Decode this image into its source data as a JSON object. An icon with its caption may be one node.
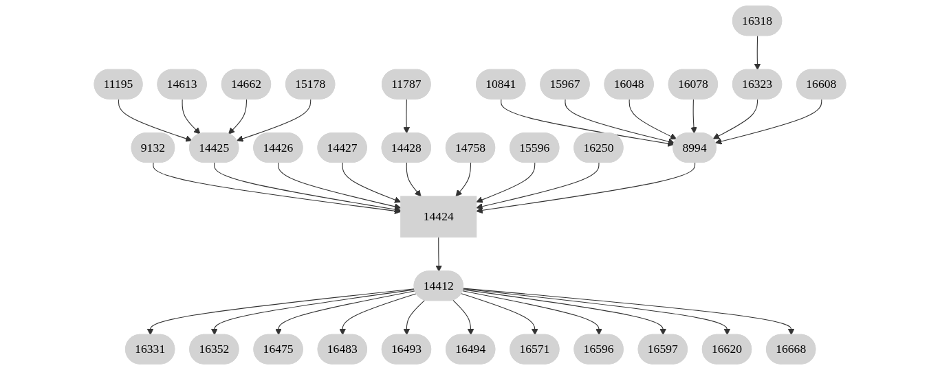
{
  "diagram": {
    "nodes": [
      {
        "text": [
          "16318"
        ]
      },
      {
        "text": [
          "11195"
        ]
      },
      {
        "text": [
          "14613"
        ]
      },
      {
        "text": [
          "14662"
        ]
      },
      {
        "text": [
          "15178"
        ]
      },
      {
        "text": [
          "11787"
        ]
      },
      {
        "text": [
          "10841"
        ]
      },
      {
        "text": [
          "15967"
        ]
      },
      {
        "text": [
          "16048"
        ]
      },
      {
        "text": [
          "16078"
        ]
      },
      {
        "text": [
          "16323"
        ]
      },
      {
        "text": [
          "16608"
        ]
      },
      {
        "text": [
          "9132"
        ]
      },
      {
        "text": [
          "14425"
        ]
      },
      {
        "text": [
          "14426"
        ]
      },
      {
        "text": [
          "14427"
        ]
      },
      {
        "text": [
          "14428"
        ]
      },
      {
        "text": [
          "14758"
        ]
      },
      {
        "text": [
          "15596"
        ]
      },
      {
        "text": [
          "16250"
        ]
      },
      {
        "text": [
          "8994"
        ]
      },
      {
        "text": [
          "14424"
        ]
      },
      {
        "text": [
          "14412"
        ]
      },
      {
        "text": [
          "16331"
        ]
      },
      {
        "text": [
          "16352"
        ]
      },
      {
        "text": [
          "16475"
        ]
      },
      {
        "text": [
          "16483"
        ]
      },
      {
        "text": [
          "16493"
        ]
      },
      {
        "text": [
          "16494"
        ]
      },
      {
        "text": [
          "16571"
        ]
      },
      {
        "text": [
          "16596"
        ]
      },
      {
        "text": [
          "16597"
        ]
      },
      {
        "text": [
          "16620"
        ]
      },
      {
        "text": [
          "16668"
        ]
      }
    ],
    "edges": [
      {
        "from": 0,
        "to": 10,
        "arrow": "to"
      },
      {
        "from": 1,
        "to": 13,
        "arrow": "to"
      },
      {
        "from": 2,
        "to": 13,
        "arrow": "to"
      },
      {
        "from": 3,
        "to": 13,
        "arrow": "to"
      },
      {
        "from": 4,
        "to": 13,
        "arrow": "to"
      },
      {
        "from": 5,
        "to": 16,
        "arrow": "to"
      },
      {
        "from": 6,
        "to": 20,
        "arrow": "to"
      },
      {
        "from": 7,
        "to": 20,
        "arrow": "to"
      },
      {
        "from": 8,
        "to": 20,
        "arrow": "to"
      },
      {
        "from": 9,
        "to": 20,
        "arrow": "to"
      },
      {
        "from": 10,
        "to": 20,
        "arrow": "to"
      },
      {
        "from": 11,
        "to": 20,
        "arrow": "to"
      },
      {
        "from": 12,
        "to": 21,
        "arrow": "to"
      },
      {
        "from": 13,
        "to": 21,
        "arrow": "to"
      },
      {
        "from": 14,
        "to": 21,
        "arrow": "to"
      },
      {
        "from": 15,
        "to": 21,
        "arrow": "to"
      },
      {
        "from": 16,
        "to": 21,
        "arrow": "to"
      },
      {
        "from": 17,
        "to": 21,
        "arrow": "to"
      },
      {
        "from": 18,
        "to": 21,
        "arrow": "to"
      },
      {
        "from": 19,
        "to": 21,
        "arrow": "to"
      },
      {
        "from": 20,
        "to": 21,
        "arrow": "to"
      },
      {
        "from": 21,
        "to": 22,
        "arrow": "to"
      },
      {
        "from": 22,
        "to": 23,
        "arrow": "to"
      },
      {
        "from": 22,
        "to": 24,
        "arrow": "to"
      },
      {
        "from": 22,
        "to": 25,
        "arrow": "to"
      },
      {
        "from": 22,
        "to": 26,
        "arrow": "to"
      },
      {
        "from": 22,
        "to": 27,
        "arrow": "to"
      },
      {
        "from": 22,
        "to": 28,
        "arrow": "to"
      },
      {
        "from": 22,
        "to": 29,
        "arrow": "to"
      },
      {
        "from": 22,
        "to": 30,
        "arrow": "to"
      },
      {
        "from": 22,
        "to": 31,
        "arrow": "to"
      },
      {
        "from": 22,
        "to": 32,
        "arrow": "to"
      },
      {
        "from": 22,
        "to": 33,
        "arrow": "to"
      }
    ]
  }
}
